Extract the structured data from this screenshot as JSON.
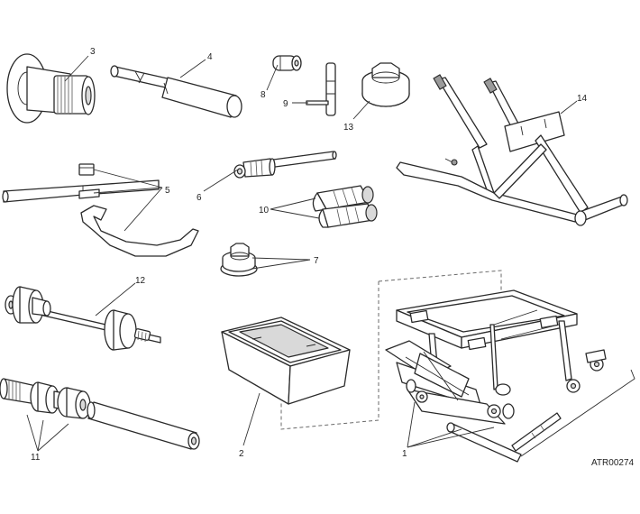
{
  "callouts": {
    "c1": "1",
    "c2": "2",
    "c3": "3",
    "c4": "4",
    "c5": "5",
    "c6": "6",
    "c7": "7",
    "c8": "8",
    "c9": "9",
    "c10": "10",
    "c11": "11",
    "c12": "12",
    "c13": "13",
    "c14": "14"
  },
  "drawing_code": "ATR00274"
}
